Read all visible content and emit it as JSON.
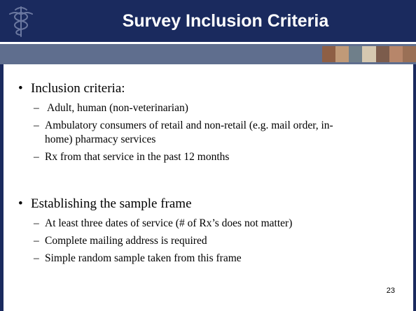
{
  "title": "Survey Inclusion Criteria",
  "sections": [
    {
      "heading": "Inclusion criteria:",
      "items": [
        " Adult, human (non-veterinarian)",
        "Ambulatory consumers of retail and non-retail (e.g. mail order, in-home) pharmacy services",
        "Rx from that service in the past 12 months"
      ]
    },
    {
      "heading": "Establishing the sample frame",
      "items": [
        "At least three dates of service (# of Rx’s does not matter)",
        "Complete mailing address is required",
        "Simple random sample taken from this frame"
      ]
    }
  ],
  "page_number": "23",
  "colors": {
    "title_bar": "#1a2a5e",
    "strip": "#5f6e8e",
    "title_text": "#ffffff"
  },
  "icons": {
    "logo": "caduceus-logo-icon",
    "photos": "photo-strip"
  }
}
